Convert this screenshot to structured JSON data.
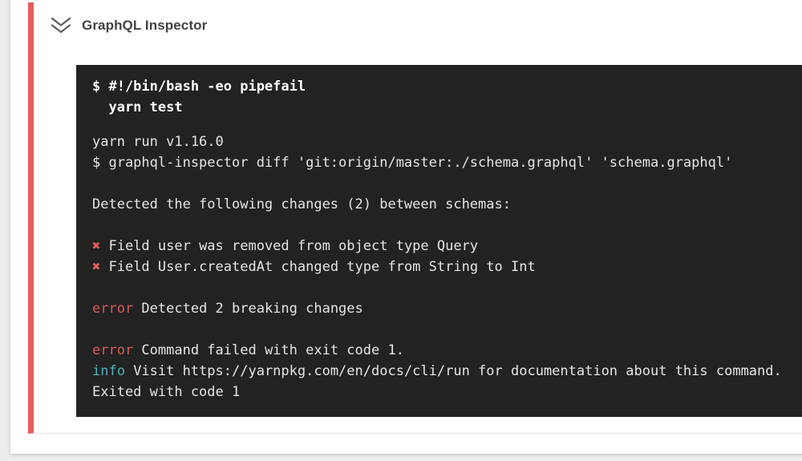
{
  "page": {
    "background": "#ededed"
  },
  "card": {
    "background": "#ffffff"
  },
  "step": {
    "title": "GraphQL Inspector",
    "status": "failed",
    "status_color": "#e85c5c",
    "chevron_icon": "double-chevron-down"
  },
  "terminal": {
    "background": "#222222",
    "text_color": "#e6e5e3",
    "colors": {
      "command": "#ffffff",
      "error": "#d95954",
      "info": "#53afc0",
      "cross": "#e55f5f"
    },
    "lines": [
      {
        "segments": [
          {
            "text": "$ #!/bin/bash -eo pipefail",
            "style": "command"
          }
        ]
      },
      {
        "segments": [
          {
            "text": "  yarn test",
            "style": "command"
          }
        ]
      },
      {
        "gap": true,
        "segments": []
      },
      {
        "segments": [
          {
            "text": "yarn run v1.16.0",
            "style": "plain"
          }
        ]
      },
      {
        "segments": [
          {
            "text": "$ graphql-inspector diff 'git:origin/master:./schema.graphql' 'schema.graphql'",
            "style": "plain"
          }
        ]
      },
      {
        "segments": []
      },
      {
        "segments": [
          {
            "text": "Detected the following changes (2) between schemas:",
            "style": "plain"
          }
        ]
      },
      {
        "segments": []
      },
      {
        "segments": [
          {
            "text": "✖",
            "style": "cross"
          },
          {
            "text": " Field user was removed from object type Query",
            "style": "plain"
          }
        ]
      },
      {
        "segments": [
          {
            "text": "✖",
            "style": "cross"
          },
          {
            "text": " Field User.createdAt changed type from String to Int",
            "style": "plain"
          }
        ]
      },
      {
        "segments": []
      },
      {
        "segments": [
          {
            "text": "error",
            "style": "error"
          },
          {
            "text": " Detected 2 breaking changes",
            "style": "plain"
          }
        ]
      },
      {
        "segments": []
      },
      {
        "segments": [
          {
            "text": "error",
            "style": "error"
          },
          {
            "text": " Command failed with exit code 1.",
            "style": "plain"
          }
        ]
      },
      {
        "segments": [
          {
            "text": "info",
            "style": "info"
          },
          {
            "text": " Visit https://yarnpkg.com/en/docs/cli/run for documentation about this command.",
            "style": "plain"
          }
        ]
      },
      {
        "segments": [
          {
            "text": "Exited with code 1",
            "style": "plain"
          }
        ]
      }
    ]
  }
}
